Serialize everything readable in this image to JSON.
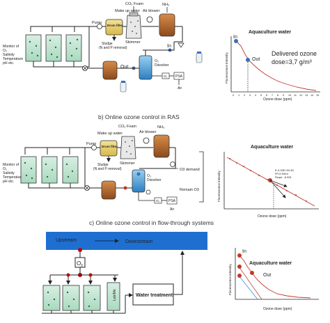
{
  "captions": {
    "b": "b) Online ozone control in RAS",
    "c": "c) Online ozone control in flow-through systems"
  },
  "panel_a": {
    "monitor": [
      "Monitor of",
      "O₂",
      "Salinity",
      "Temperature",
      "pH etc."
    ],
    "pump": "Pump",
    "drum_filter": "Drum filter",
    "make_up_water": "Make up water",
    "co2_foam": "CO₂ Foam",
    "air_blower": "Air blower",
    "nh3": "NH₃",
    "skimmer": "Skimmer",
    "sludge": "Sludge",
    "n_p_removal": "(N and P removal)",
    "in_label": "In",
    "out_label": "Out",
    "o3": "O₃",
    "dissolver": "Dissolver",
    "o2": "O₂",
    "psa": "PSA",
    "air": "Air",
    "chart_title": "Aquaculture water",
    "ylabel": "Fluorescence intensity",
    "xlabel": "Ozone dose (ppm)",
    "chart_in": "In",
    "chart_out": "Out",
    "delivered_line1": "Delivered ozone",
    "delivered_line2": "dose=3,7 g/m³",
    "xticks": [
      "0",
      "1",
      "2",
      "3",
      "4",
      "5",
      "6",
      "7",
      "8",
      "9",
      "10",
      "11",
      "12",
      "13",
      "14",
      "15"
    ]
  },
  "panel_b": {
    "monitor": [
      "Monitor of",
      "O₂",
      "Salinity",
      "Temperature",
      "pH etc."
    ],
    "pump": "Pump",
    "drum_filter": "Drum filter",
    "make_up_water": "Make up water",
    "co2_foam": "CO₂ Foam",
    "air_blower": "Air blower",
    "nh3": "NH₃",
    "skimmer": "Skimmer",
    "sludge": "Sludge",
    "n_p_removal": "(N and P removal)",
    "o3_demand": "O3 demand",
    "remain_o3": "Remain O3",
    "o3": "O₃",
    "dissolver": "Dissolver",
    "o2": "O₂",
    "psa": "PSA",
    "air": "Air",
    "chart_title": "Aquaculture water",
    "ylabel": "Fluorescence intensity",
    "xlabel": "Ozone dose (ppm)",
    "eq1": "E-3.33E+04.50",
    "eq2": "R²=0.9944",
    "eq3": "Slope: -6.991"
  },
  "panel_c": {
    "upstream": "Upstream",
    "downstream": "Downstream",
    "o3": "O",
    "o3_sub": "3",
    "lab_label": "Lab/Me",
    "water_treatment": "Water treatment",
    "chart_title": "Aquaculture water",
    "ylabel": "Fluorescence intensity",
    "xlabel": "Ozone dose (ppm)",
    "chart_in": "In",
    "chart_out": "Out"
  }
}
